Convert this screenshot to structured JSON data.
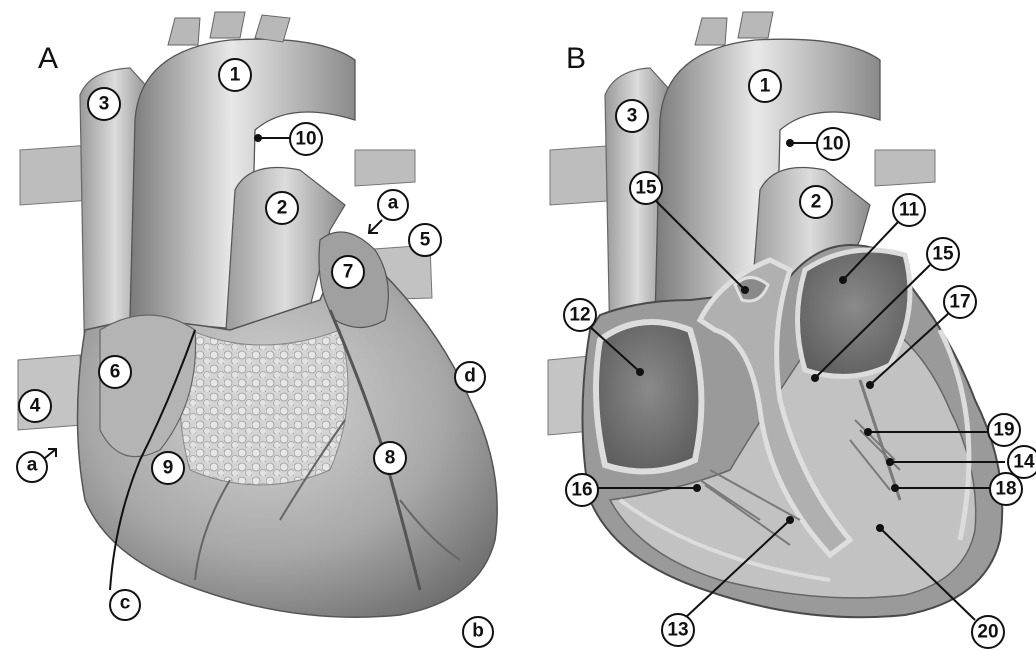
{
  "panels": [
    {
      "letter": "A"
    },
    {
      "letter": "B"
    }
  ],
  "labels_a": {
    "l1": "1",
    "l2": "2",
    "l3": "3",
    "l4": "4",
    "l5": "5",
    "l6": "6",
    "l7": "7",
    "l8": "8",
    "l9": "9",
    "l10": "10",
    "la_top": "a",
    "la_left": "a",
    "lb": "b",
    "lc": "c",
    "ld": "d"
  },
  "labels_b": {
    "l1": "1",
    "l2": "2",
    "l3": "3",
    "l10": "10",
    "l11": "11",
    "l12": "12",
    "l13": "13",
    "l14": "14",
    "l15a": "15",
    "l15b": "15",
    "l16": "16",
    "l17": "17",
    "l18": "18",
    "l19": "19",
    "l20": "20"
  }
}
